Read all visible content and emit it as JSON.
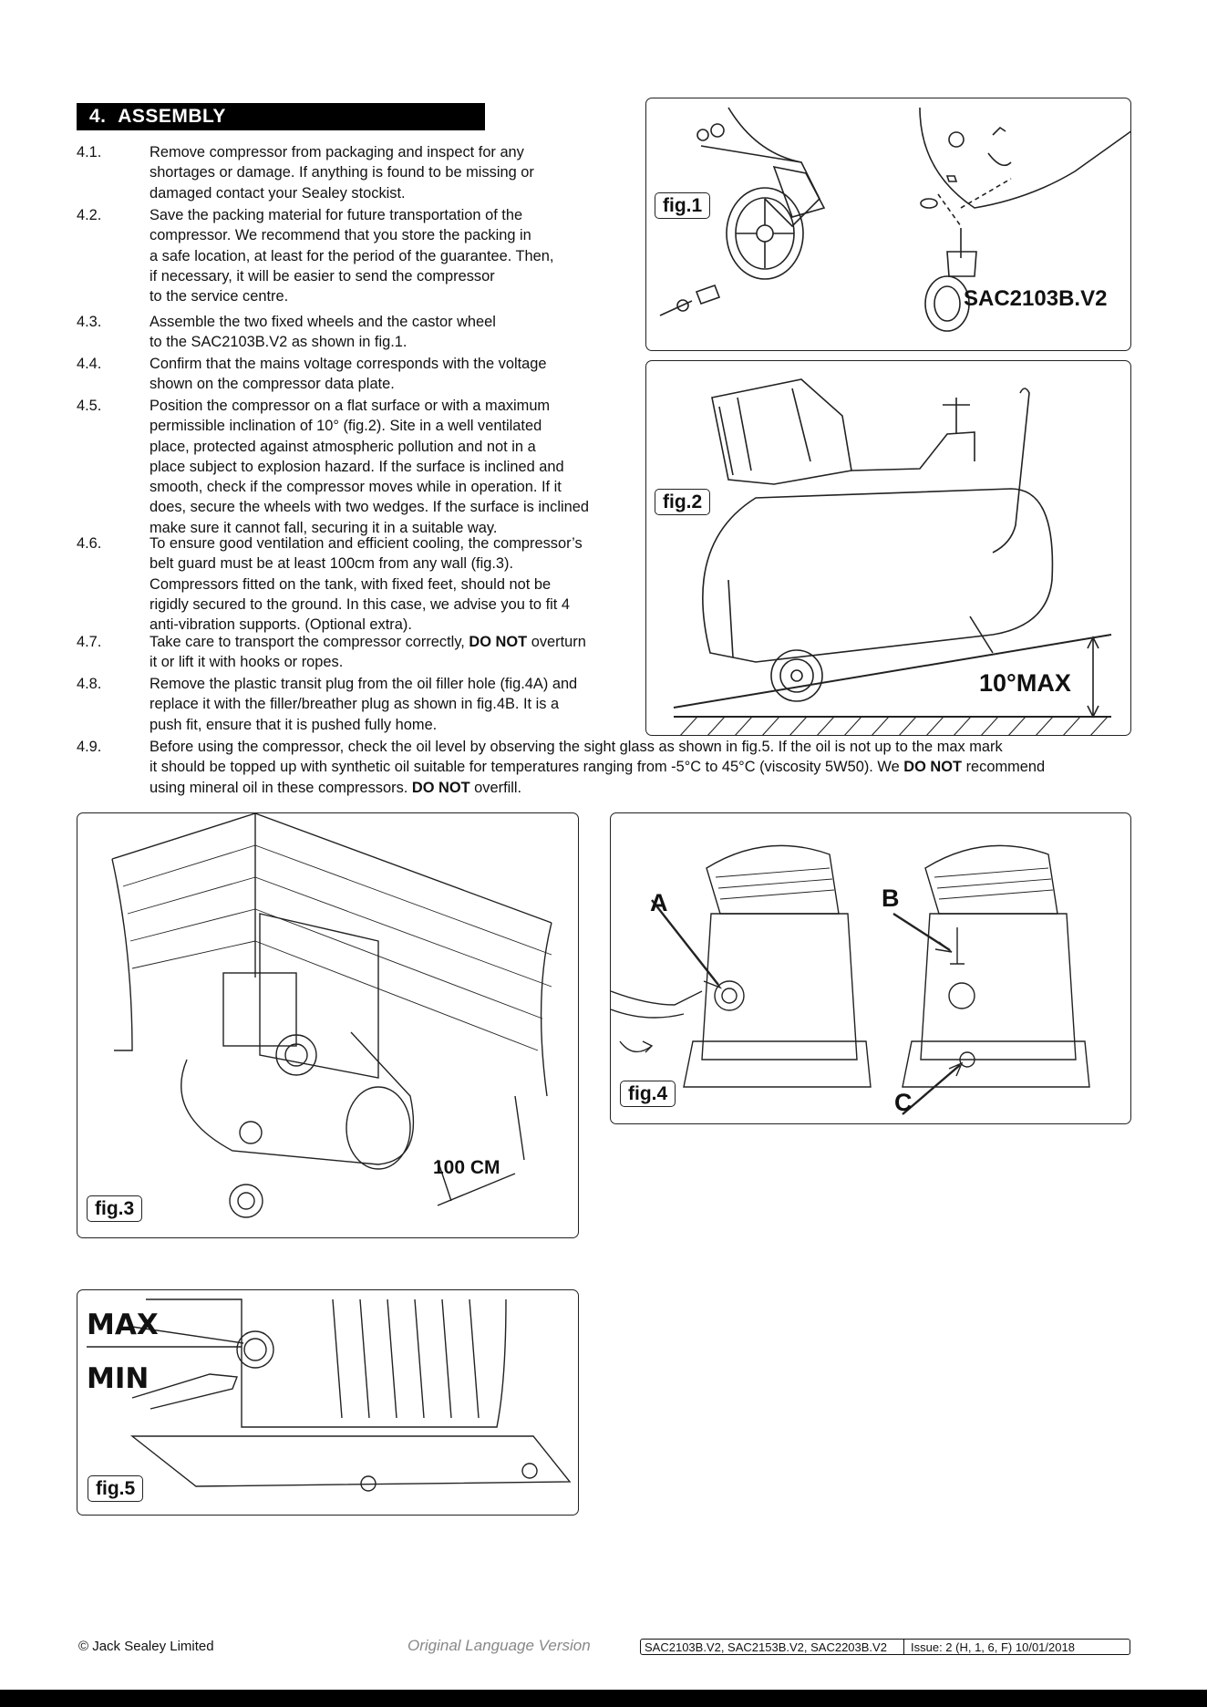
{
  "section": {
    "number": "4.",
    "title": "ASSEMBLY"
  },
  "items": [
    {
      "num": "4.1.",
      "lines": [
        [
          "Remove compressor from packaging and inspect for any"
        ],
        [
          "shortages or damage. If anything is found to be missing or"
        ],
        [
          "damaged contact your Sealey stockist."
        ]
      ]
    },
    {
      "num": "4.2.",
      "lines": [
        [
          "Save the packing material for future transportation of the"
        ],
        [
          "compressor. We recommend that you store the packing in"
        ],
        [
          "a safe location, at least for the period of the guarantee. Then,"
        ],
        [
          "if necessary, it will be easier to send the compressor"
        ],
        [
          "to the service centre."
        ]
      ]
    },
    {
      "num": "4.3.",
      "lines": [
        [
          "Assemble the two fixed wheels and the castor wheel"
        ],
        [
          "to the SAC2103B.V2 as shown in fig.1."
        ]
      ]
    },
    {
      "num": "4.4.",
      "lines": [
        [
          "Confirm that the mains voltage corresponds with the voltage"
        ],
        [
          "shown on the compressor data plate."
        ]
      ]
    },
    {
      "num": "4.5.",
      "lines": [
        [
          "Position the compressor on a flat surface or with a maximum"
        ],
        [
          "permissible inclination of 10° (fig.2). Site in a well ventilated"
        ],
        [
          "place, protected against atmospheric pollution and not in a"
        ],
        [
          "place subject to explosion hazard. If the surface is inclined and"
        ],
        [
          "smooth, check if the compressor moves while in operation. If it"
        ],
        [
          "does, secure the wheels with two wedges. If the surface is inclined"
        ],
        [
          "make sure it cannot fall, securing it in a suitable way."
        ]
      ]
    },
    {
      "num": "4.6.",
      "lines": [
        [
          "To ensure good ventilation and efficient cooling, the compressor’s"
        ],
        [
          "belt guard must be at least 100cm from any wall (fig.3)."
        ],
        [
          "Compressors fitted on the tank, with fixed feet, should not be"
        ],
        [
          "rigidly secured to the ground. In this case, we advise you to fit 4"
        ],
        [
          "anti-vibration supports. (Optional extra)."
        ]
      ]
    },
    {
      "num": "4.7.",
      "lines": [
        [
          "Take care to transport the compressor correctly, ",
          "DO NOT",
          " overturn"
        ],
        [
          "it or lift it with hooks or ropes."
        ]
      ]
    },
    {
      "num": "4.8.",
      "lines": [
        [
          "Remove the plastic transit plug from the oil filler hole (fig.4A) and"
        ],
        [
          "replace it with the filler/breather plug as shown in fig.4B. It is a"
        ],
        [
          "push fit, ensure that it is pushed fully home."
        ]
      ]
    },
    {
      "num": "4.9.",
      "lines": [
        [
          "Before using the compressor, check the oil level by observing the sight glass as shown in fig.5. If the oil is not up to the max mark"
        ],
        [
          "it should be topped up with synthetic oil suitable for temperatures ranging from -5°C to 45°C (viscosity 5W50). We ",
          "DO NOT",
          " recommend"
        ],
        [
          "using mineral oil in these compressors. ",
          "DO NOT",
          " overfill."
        ]
      ]
    }
  ],
  "figures": {
    "fig1": {
      "label": "fig.1",
      "model": "SAC2103B.V2"
    },
    "fig2": {
      "label": "fig.2",
      "angle": "10°MAX"
    },
    "fig3": {
      "label": "fig.3",
      "distance": "100 CM"
    },
    "fig4": {
      "label": "fig.4",
      "a": "A",
      "b": "B",
      "c": "C"
    },
    "fig5": {
      "label": "fig.5",
      "max": "MAX",
      "min": "MIN"
    }
  },
  "footer": {
    "copyright": "© Jack Sealey Limited",
    "version": "Original Language Version",
    "models": "SAC2103B.V2, SAC2153B.V2, SAC2203B.V2",
    "issue": "Issue: 2 (H, 1, 6, F) 10/01/2018"
  }
}
